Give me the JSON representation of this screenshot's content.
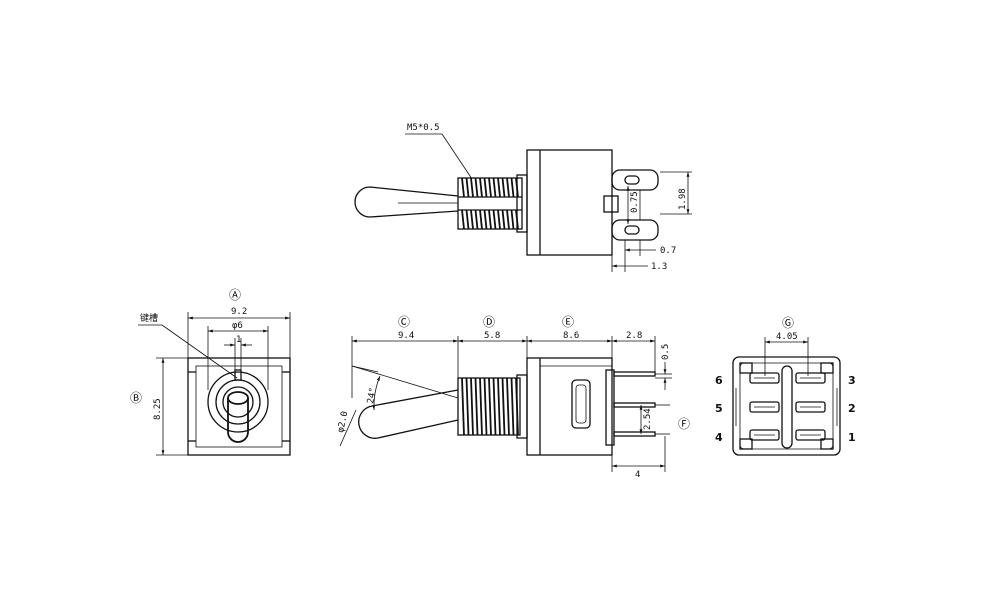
{
  "top_view": {
    "thread_spec": "M5*0.5",
    "dim_gap": "0.75",
    "dim_span": "1.98",
    "dim_slot": "0.7",
    "dim_length": "1.3"
  },
  "front_view": {
    "mark_a": "Ⓐ",
    "dim_width": "9.2",
    "dim_diameter": "φ6",
    "dim_key": "1",
    "keyway_label": "键槽",
    "mark_b": "Ⓑ",
    "dim_height": "8.25"
  },
  "side_view": {
    "mark_c": "Ⓒ",
    "dim_lever": "9.4",
    "mark_d": "Ⓓ",
    "dim_bushing": "5.8",
    "mark_e": "Ⓔ",
    "dim_body": "8.6",
    "dim_pin": "2.8",
    "dim_pin_thickness": "0.5",
    "angle": "24°",
    "tip_dim": "φ2.0",
    "dim_pitch": "2.54",
    "mark_f": "Ⓕ",
    "dim_pin_span": "4"
  },
  "bottom_view": {
    "mark_g": "Ⓖ",
    "dim_pad_pitch": "4.05",
    "pin_labels_left": [
      "6",
      "5",
      "4"
    ],
    "pin_labels_right": [
      "3",
      "2",
      "1"
    ]
  }
}
